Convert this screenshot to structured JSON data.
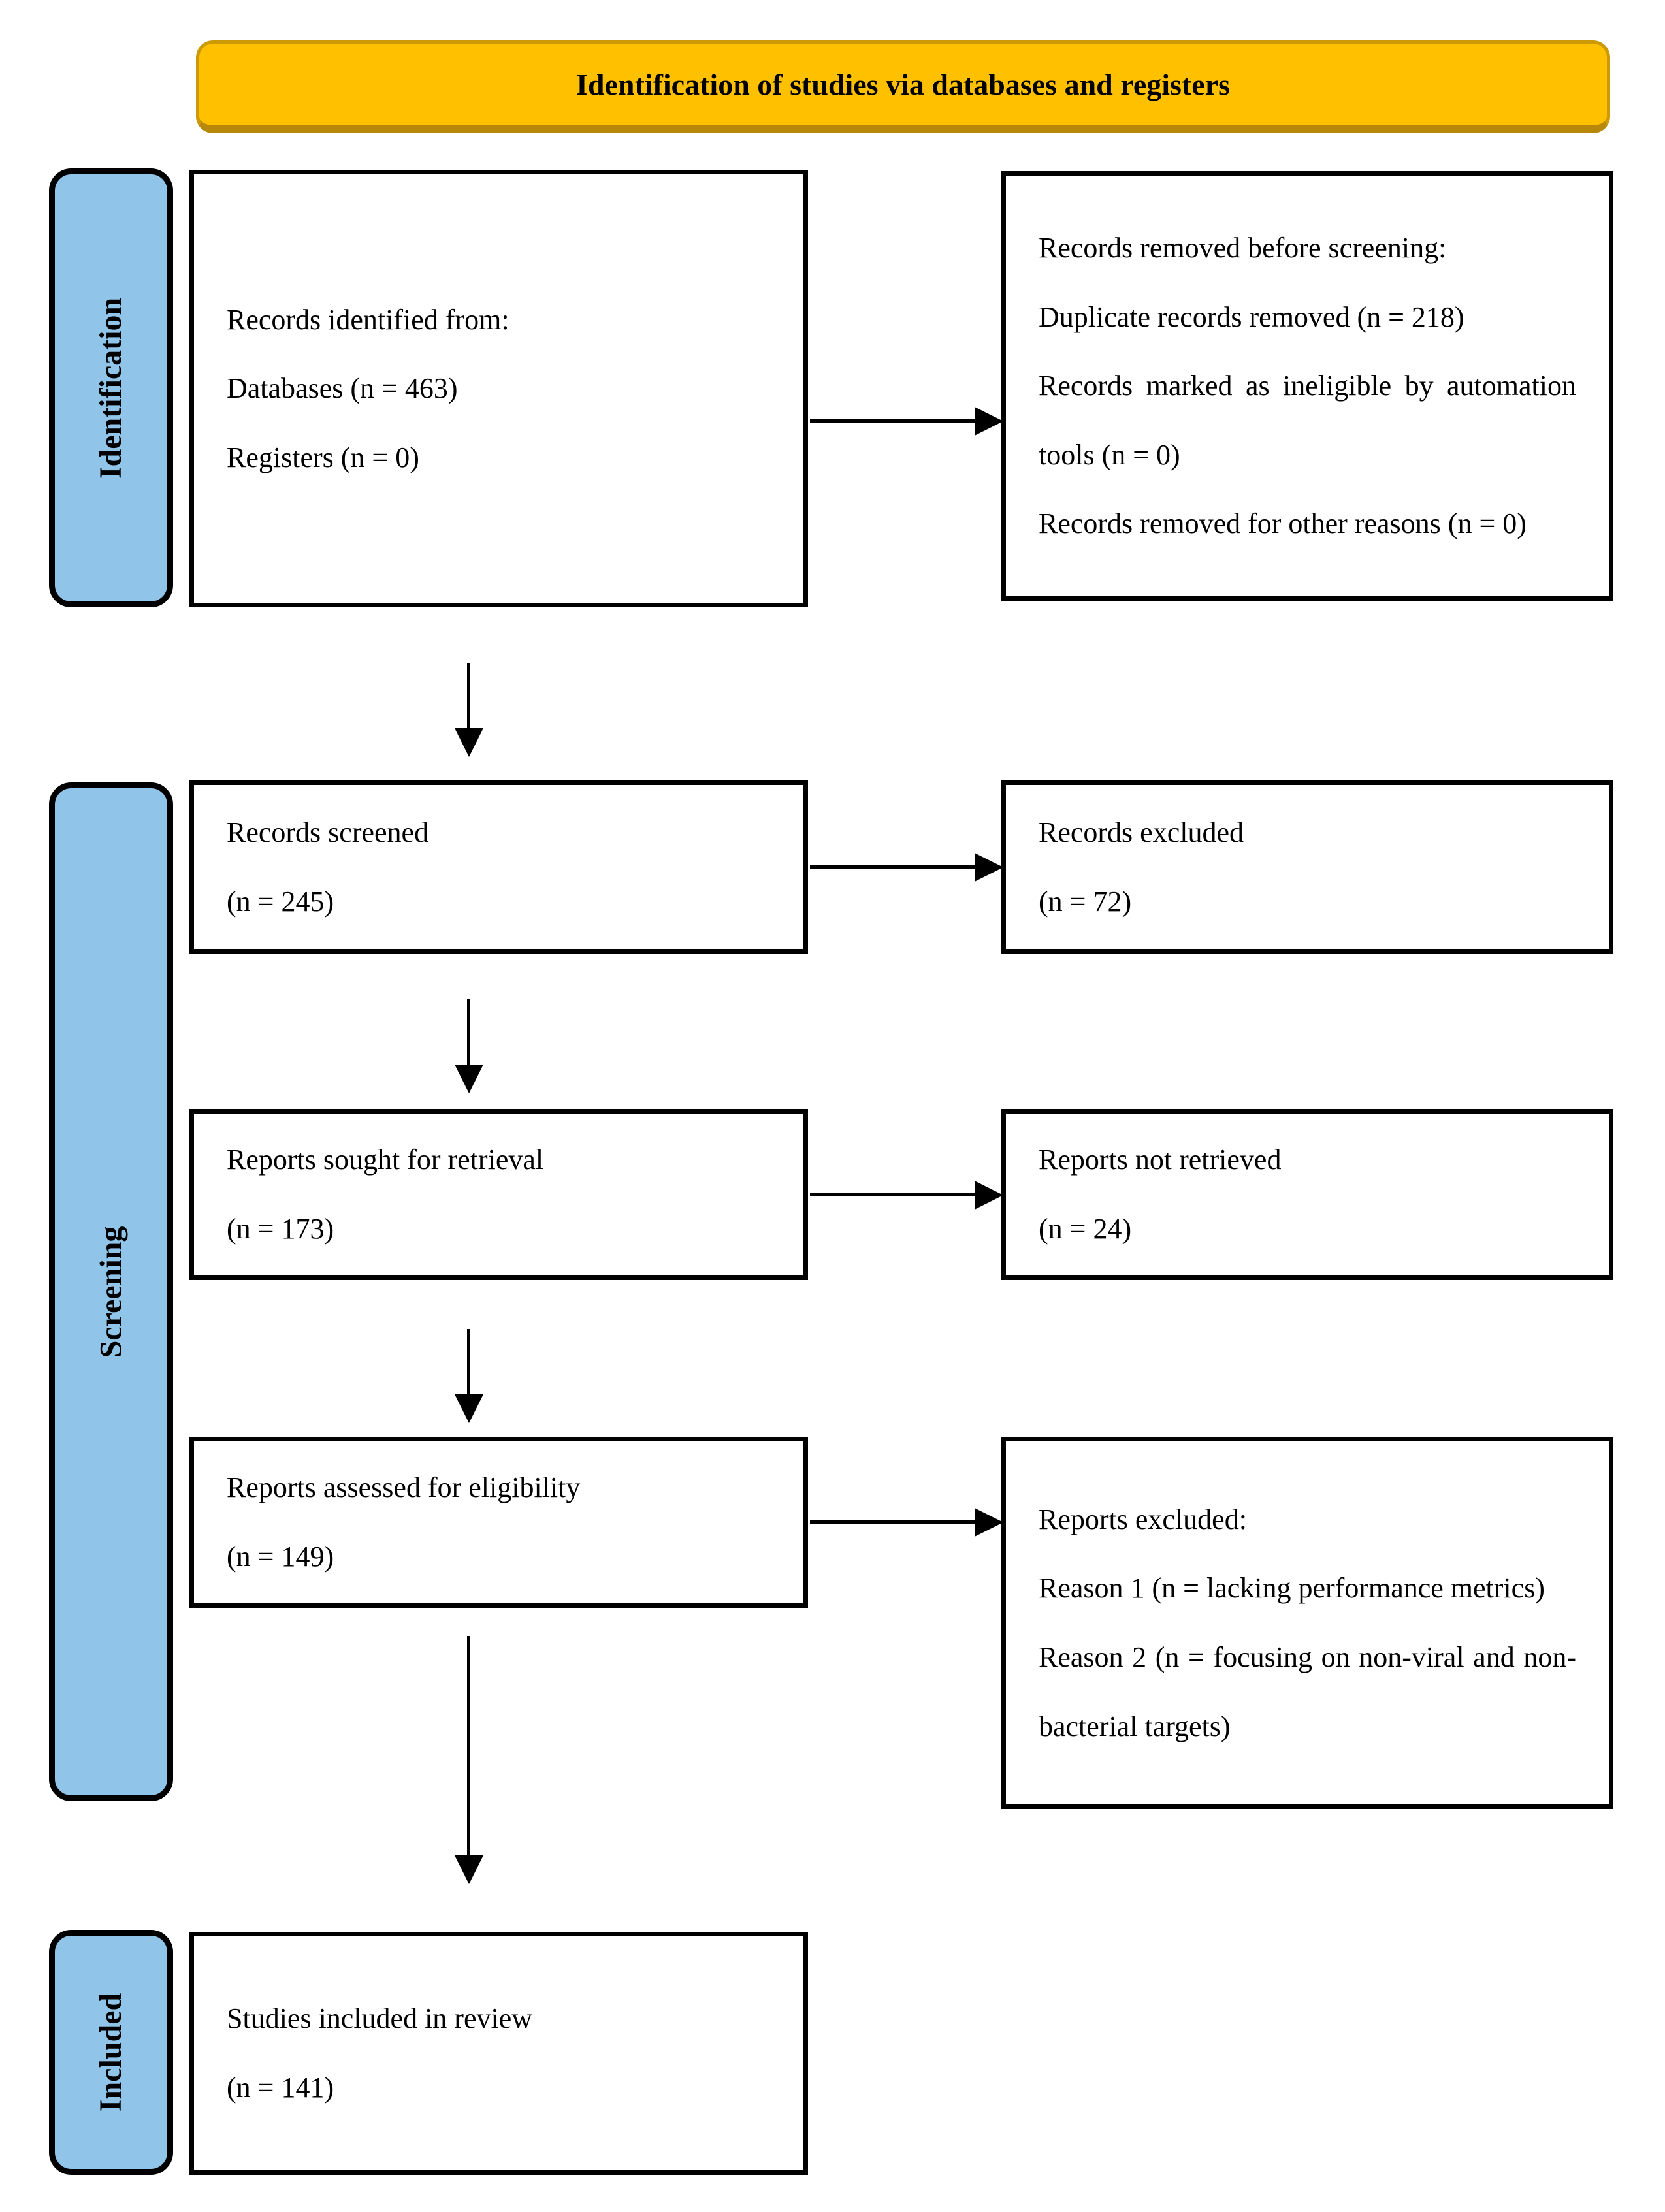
{
  "banner": {
    "title": "Identification of studies via databases and registers"
  },
  "stages": {
    "identification": "Identification",
    "screening": "Screening",
    "included": "Included"
  },
  "boxes": {
    "identified": {
      "lines": [
        "Records identified from:",
        "Databases (n = 463)",
        "Registers (n = 0)"
      ]
    },
    "removed_before_screening": {
      "lines": [
        "Records removed before screening:",
        "Duplicate records removed (n = 218)",
        "Records marked as ineligible by automation tools (n = 0)",
        "Records removed for other reasons (n = 0)"
      ]
    },
    "screened": {
      "lines": [
        "Records screened",
        "(n = 245)"
      ]
    },
    "records_excluded": {
      "lines": [
        "Records excluded",
        "(n = 72)"
      ]
    },
    "sought": {
      "lines": [
        "Reports sought for retrieval",
        "(n = 173)"
      ]
    },
    "not_retrieved": {
      "lines": [
        "Reports not retrieved",
        "(n = 24)"
      ]
    },
    "assessed": {
      "lines": [
        "Reports assessed for eligibility",
        "(n = 149)"
      ]
    },
    "reports_excluded": {
      "lines": [
        "Reports excluded:",
        "Reason 1 (n = lacking performance metrics)",
        "Reason 2 (n = focusing on non-viral and non-bacterial targets)"
      ]
    },
    "included_in_review": {
      "lines": [
        "Studies included in review",
        "(n = 141)"
      ]
    }
  },
  "colors": {
    "banner_bg": "#FFC000",
    "banner_border": "#CC9A06",
    "stage_bg": "#90C4E9",
    "box_border": "#000000",
    "text": "#000000"
  }
}
